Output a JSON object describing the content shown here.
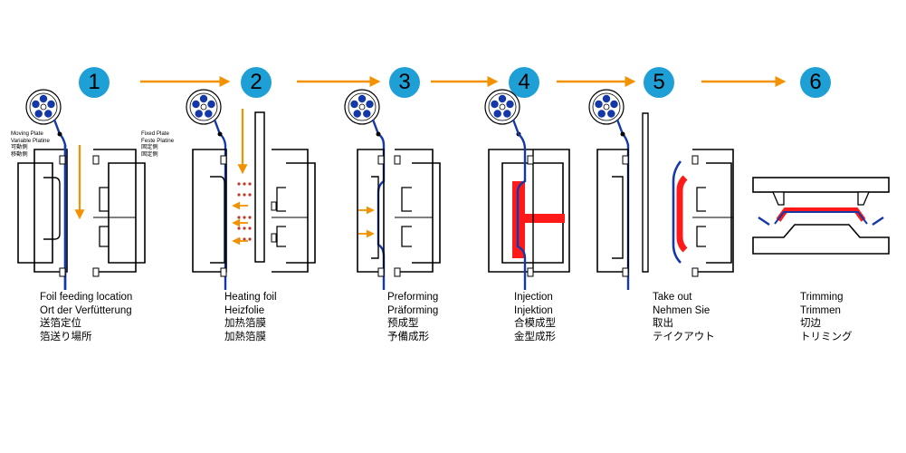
{
  "colors": {
    "badge": "#1e9fd6",
    "arrow": "#f39200",
    "foil": "#1538a8",
    "plastic": "#ff1a1a",
    "heater_dots": "#c0392b",
    "outline": "#000000"
  },
  "steps": [
    {
      "number": "1",
      "lines": [
        "Foil feeding location",
        "Ort der Verfütterung",
        "送箔定位",
        "箔送り場所"
      ]
    },
    {
      "number": "2",
      "lines": [
        "Heating foil",
        "Heizfolie",
        "加热箔膜",
        "加熱箔膜"
      ]
    },
    {
      "number": "3",
      "lines": [
        "Preforming",
        "Präforming",
        "预成型",
        "予備成形"
      ]
    },
    {
      "number": "4",
      "lines": [
        "Injection",
        "Injektion",
        "合模成型",
        "金型成形"
      ]
    },
    {
      "number": "5",
      "lines": [
        "Take out",
        "Nehmen Sie",
        "取出",
        "テイクアウト"
      ]
    },
    {
      "number": "6",
      "lines": [
        "Trimming",
        "Trimmen",
        "切边",
        "トリミング"
      ]
    }
  ],
  "plate_labels": {
    "moving": [
      "Moving Plate",
      "Variable Platine",
      "可動側",
      "移動側"
    ],
    "fixed": [
      "Fixed Plate",
      "Feste Platine",
      "固定側",
      "固定側"
    ]
  }
}
